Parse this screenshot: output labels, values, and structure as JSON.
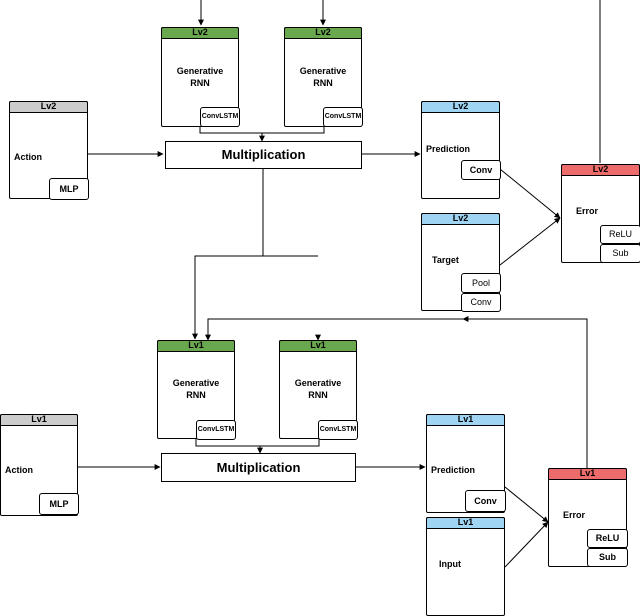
{
  "upper": {
    "gen_rnn_1": {
      "level": "Lv2",
      "title_line1": "Generative",
      "title_line2": "RNN",
      "module": "ConvLSTM"
    },
    "gen_rnn_2": {
      "level": "Lv2",
      "title_line1": "Generative",
      "title_line2": "RNN",
      "module": "ConvLSTM"
    },
    "action": {
      "level": "Lv2",
      "title": "Action",
      "module": "MLP"
    },
    "multiplication": "Multiplication",
    "prediction": {
      "level": "Lv2",
      "title": "Prediction",
      "module": "Conv"
    },
    "target": {
      "level": "Lv2",
      "title": "Target",
      "module_1": "Pool",
      "module_2": "Conv"
    },
    "error": {
      "level": "Lv2",
      "title": "Error",
      "module_1": "ReLU",
      "module_2": "Sub"
    }
  },
  "lower": {
    "gen_rnn_1": {
      "level": "Lv1",
      "title_line1": "Generative",
      "title_line2": "RNN",
      "module": "ConvLSTM"
    },
    "gen_rnn_2": {
      "level": "Lv1",
      "title_line1": "Generative",
      "title_line2": "RNN",
      "module": "ConvLSTM"
    },
    "action": {
      "level": "Lv1",
      "title": "Action",
      "module": "MLP"
    },
    "multiplication": "Multiplication",
    "prediction": {
      "level": "Lv1",
      "title": "Prediction",
      "module": "Conv"
    },
    "input": {
      "level": "Lv1",
      "title": "Input"
    },
    "error": {
      "level": "Lv1",
      "title": "Error",
      "module_1": "ReLU",
      "module_2": "Sub"
    }
  },
  "colors": {
    "generative": "#6aa84f",
    "prediction": "#9fd4f3",
    "error": "#ec6b6b",
    "action": "#cccccc"
  }
}
